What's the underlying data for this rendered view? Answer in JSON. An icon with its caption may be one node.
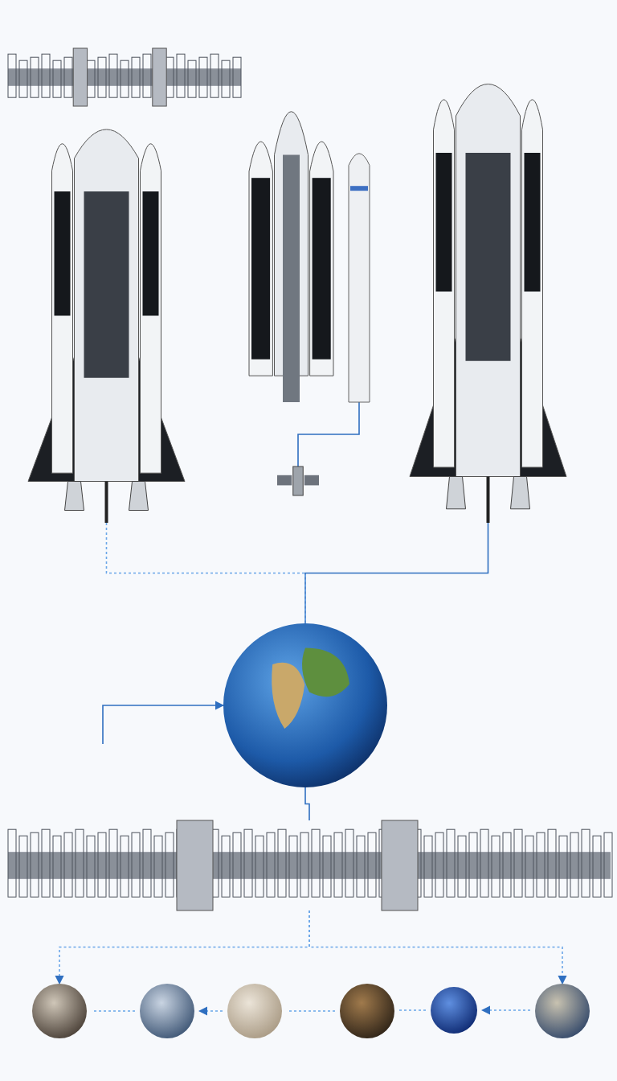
{
  "diagram": {
    "nodes": [
      {
        "text": [],
        "shape": "picture"
      },
      {
        "text": [],
        "shape": "picture"
      },
      {
        "text": [],
        "shape": "picture"
      },
      {
        "text": [],
        "shape": "picture"
      },
      {
        "text": [],
        "shape": "picture"
      },
      {
        "text": [],
        "shape": "picture"
      },
      {
        "text": [],
        "shape": "picture"
      },
      {
        "text": [],
        "shape": "picture"
      },
      {
        "text": [],
        "shape": "picture"
      },
      {
        "text": [],
        "shape": "picture"
      },
      {
        "text": [],
        "shape": "picture"
      },
      {
        "text": [],
        "shape": "picture"
      },
      {
        "text": [],
        "shape": "picture"
      },
      {
        "text": [],
        "shape": "picture"
      }
    ],
    "edges": [
      {
        "from": 3,
        "to": 5,
        "arrow": "none"
      },
      {
        "from": 4,
        "to": 6,
        "arrow": "none"
      },
      {
        "from": 1,
        "to": 6,
        "arrow": "none",
        "style": "dashed"
      },
      {
        "from": 6,
        "to": 7,
        "arrow": "none"
      },
      {
        "from": null,
        "to": 6,
        "arrow": "to"
      },
      {
        "from": 7,
        "to": 8,
        "arrow": "to",
        "style": "dashed"
      },
      {
        "from": 7,
        "to": 13,
        "arrow": "to",
        "style": "dashed"
      },
      {
        "from": 9,
        "to": 8,
        "arrow": "none",
        "style": "dashed"
      },
      {
        "from": 10,
        "to": 9,
        "arrow": "to",
        "style": "dashed"
      },
      {
        "from": 11,
        "to": 10,
        "arrow": "none",
        "style": "dashed"
      },
      {
        "from": 12,
        "to": 11,
        "arrow": "none",
        "style": "dashed"
      },
      {
        "from": 13,
        "to": 12,
        "arrow": "to",
        "style": "dashed"
      }
    ]
  }
}
